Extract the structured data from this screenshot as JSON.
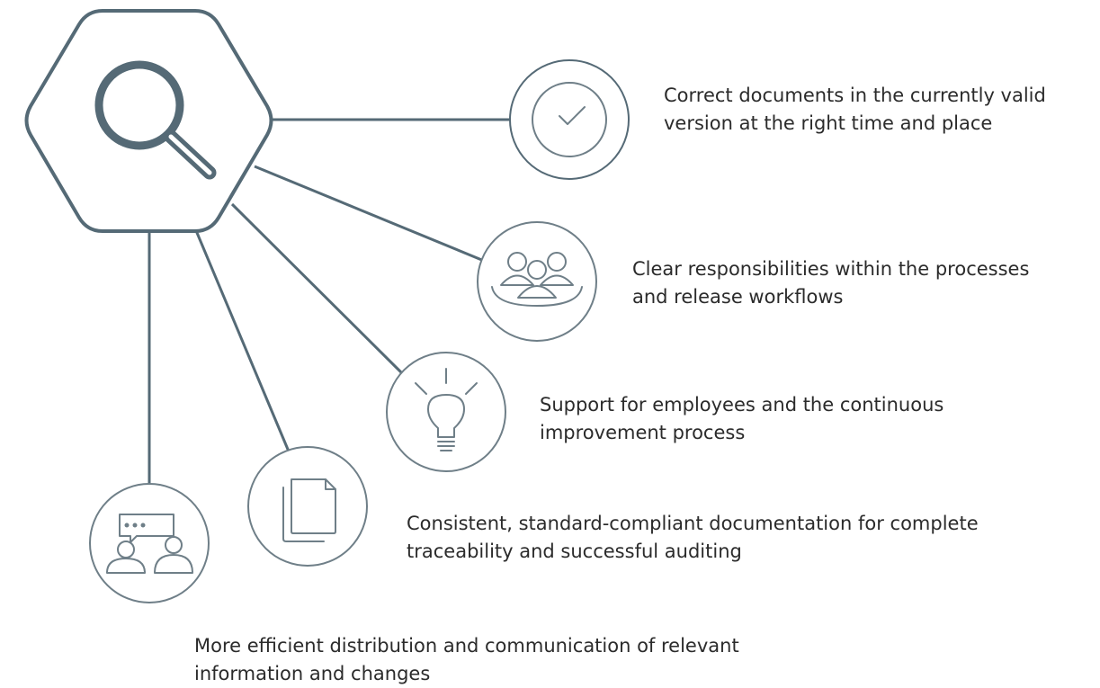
{
  "hub": {
    "icon": "magnifier-icon"
  },
  "items": [
    {
      "id": "valid-documents",
      "icon": "checkmark-circle-icon",
      "lines": [
        "Correct documents in the currently valid",
        "version at the right time and place"
      ]
    },
    {
      "id": "responsibilities",
      "icon": "team-group-icon",
      "lines": [
        "Clear responsibilities within the processes",
        "and release workflows"
      ]
    },
    {
      "id": "improvement",
      "icon": "lightbulb-icon",
      "lines": [
        "Support for employees and the continuous",
        "improvement process"
      ]
    },
    {
      "id": "documentation",
      "icon": "documents-icon",
      "lines": [
        "Consistent, standard-compliant documentation for complete",
        "traceability and successful auditing"
      ]
    },
    {
      "id": "communication",
      "icon": "conversation-icon",
      "lines": [
        "More efficient distribution and communication of relevant",
        "information and changes"
      ]
    }
  ],
  "colors": {
    "primary": "#556a76",
    "icon": "#6f7f88",
    "text": "#2b2b2b"
  }
}
